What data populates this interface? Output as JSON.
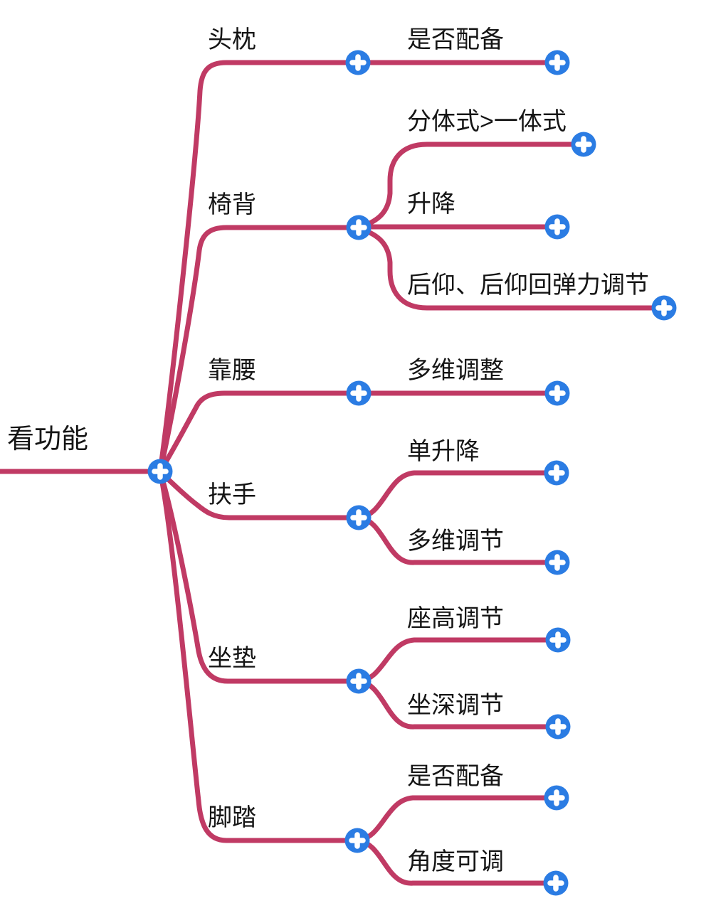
{
  "title": "ergonomic-chair-functions-mindmap",
  "root": {
    "label": "看功能"
  },
  "branches": [
    {
      "label": "头枕",
      "children": [
        {
          "label": "是否配备"
        }
      ]
    },
    {
      "label": "椅背",
      "children": [
        {
          "label": "分体式>一体式"
        },
        {
          "label": "升降"
        },
        {
          "label": "后仰、后仰回弹力调节"
        }
      ]
    },
    {
      "label": "靠腰",
      "children": [
        {
          "label": "多维调整"
        }
      ]
    },
    {
      "label": "扶手",
      "children": [
        {
          "label": "单升降"
        },
        {
          "label": "多维调节"
        }
      ]
    },
    {
      "label": "坐垫",
      "children": [
        {
          "label": "座高调节"
        },
        {
          "label": "坐深调节"
        }
      ]
    },
    {
      "label": "脚踏",
      "children": [
        {
          "label": "是否配备"
        },
        {
          "label": "角度可调"
        }
      ]
    }
  ],
  "colors": {
    "connector": "#C03A64",
    "node_circle": "#2B7CE3",
    "plus_glyph": "#FFFFFF",
    "text": "#151515",
    "background": "#FFFFFF"
  }
}
